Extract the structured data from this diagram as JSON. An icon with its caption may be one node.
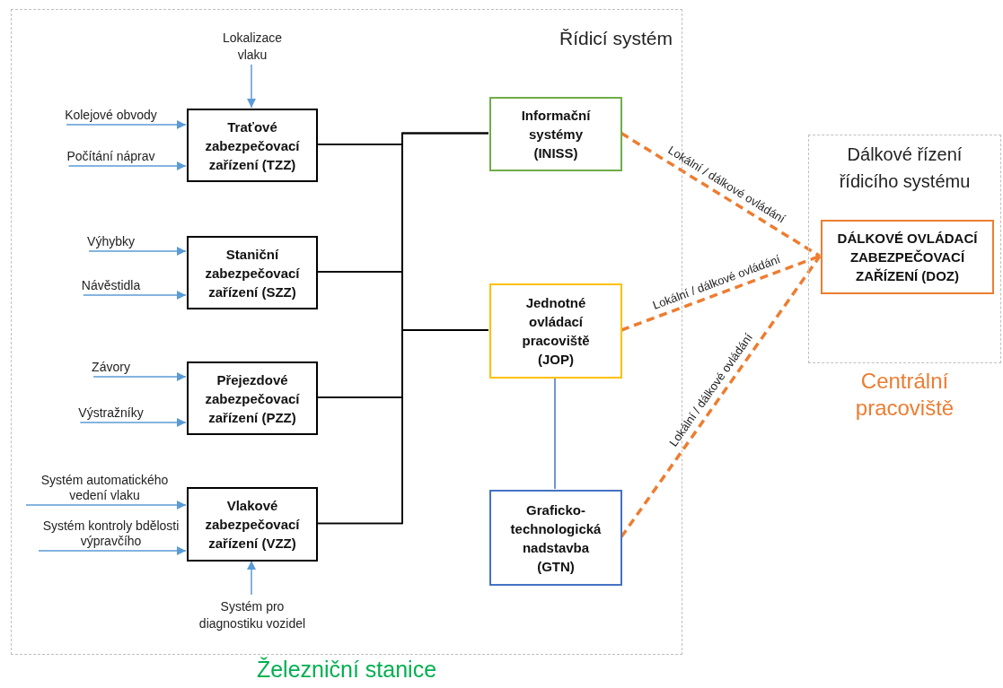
{
  "diagram": {
    "nodes": [
      {
        "text": [
          "Řídicí systém",
          "Železniční stanice"
        ]
      },
      {
        "text": [
          "Traťové zabezpečovací zařízení (TZZ)"
        ],
        "in": 0
      },
      {
        "text": [
          "Staniční zabezpečovací zařízení (SZZ)"
        ],
        "in": 0
      },
      {
        "text": [
          "Přejezdové zabezpečovací zařízení (PZZ)"
        ],
        "in": 0
      },
      {
        "text": [
          "Vlakové zabezpečovací zařízení (VZZ)"
        ],
        "in": 0
      },
      {
        "text": [
          "Informační systémy (INISS)"
        ],
        "in": 0
      },
      {
        "text": [
          "Jednotné ovládací pracoviště (JOP)"
        ],
        "in": 0
      },
      {
        "text": [
          "Graficko-technologická nadstavba (GTN)"
        ],
        "in": 0
      },
      {
        "text": [
          "Lokalizace vlaku"
        ],
        "in": 0
      },
      {
        "text": [
          "Kolejové obvody"
        ],
        "in": 0
      },
      {
        "text": [
          "Počítání náprav"
        ],
        "in": 0
      },
      {
        "text": [
          "Výhybky"
        ],
        "in": 0
      },
      {
        "text": [
          "Návěstidla"
        ],
        "in": 0
      },
      {
        "text": [
          "Závory"
        ],
        "in": 0
      },
      {
        "text": [
          "Výstražníky"
        ],
        "in": 0
      },
      {
        "text": [
          "Systém automatického vedení vlaku"
        ],
        "in": 0
      },
      {
        "text": [
          "Systém kontroly bdělosti výpravčího"
        ],
        "in": 0
      },
      {
        "text": [
          "Systém pro diagnostiku vozidel"
        ],
        "in": 0
      },
      {
        "text": [
          "Dálkové řízení řídicího systému",
          "Centrální pracoviště"
        ]
      },
      {
        "text": [
          "DÁLKOVÉ OVLÁDACÍ ZABEZPEČOVACÍ ZAŘÍZENÍ (DOZ)"
        ],
        "in": 18
      }
    ],
    "edges": [
      {
        "from": 8,
        "to": 1,
        "arrow": "to",
        "color": "#5b9bd5"
      },
      {
        "from": 9,
        "to": 1,
        "arrow": "to",
        "color": "#5b9bd5"
      },
      {
        "from": 10,
        "to": 1,
        "arrow": "to",
        "color": "#5b9bd5"
      },
      {
        "from": 11,
        "to": 2,
        "arrow": "to",
        "color": "#5b9bd5"
      },
      {
        "from": 12,
        "to": 2,
        "arrow": "to",
        "color": "#5b9bd5"
      },
      {
        "from": 13,
        "to": 3,
        "arrow": "to",
        "color": "#5b9bd5"
      },
      {
        "from": 14,
        "to": 3,
        "arrow": "to",
        "color": "#5b9bd5"
      },
      {
        "from": 15,
        "to": 4,
        "arrow": "to",
        "color": "#5b9bd5"
      },
      {
        "from": 16,
        "to": 4,
        "arrow": "to",
        "color": "#5b9bd5"
      },
      {
        "from": 17,
        "to": 4,
        "arrow": "to",
        "color": "#5b9bd5"
      },
      {
        "from": 1,
        "to": 5,
        "arrow": "none",
        "color": "#000000"
      },
      {
        "from": 2,
        "to": 5,
        "arrow": "none",
        "color": "#000000"
      },
      {
        "from": 3,
        "to": 5,
        "arrow": "none",
        "color": "#000000"
      },
      {
        "from": 4,
        "to": 5,
        "arrow": "none",
        "color": "#000000"
      },
      {
        "from": 1,
        "to": 6,
        "arrow": "none",
        "color": "#000000"
      },
      {
        "from": 2,
        "to": 6,
        "arrow": "none",
        "color": "#000000"
      },
      {
        "from": 3,
        "to": 6,
        "arrow": "none",
        "color": "#000000"
      },
      {
        "from": 4,
        "to": 6,
        "arrow": "none",
        "color": "#000000"
      },
      {
        "from": 6,
        "to": 7,
        "arrow": "none",
        "color": "#4472c4"
      },
      {
        "from": 5,
        "to": 19,
        "arrow": "none",
        "label": "Lokální / dálkové ovládání",
        "style": "dashed",
        "color": "#ed7d31"
      },
      {
        "from": 6,
        "to": 19,
        "arrow": "none",
        "label": "Lokální / dálkové ovládání",
        "style": "dashed",
        "color": "#ed7d31"
      },
      {
        "from": 7,
        "to": 19,
        "arrow": "none",
        "label": "Lokální / dálkové ovládání",
        "style": "dashed",
        "color": "#ed7d31"
      }
    ]
  }
}
